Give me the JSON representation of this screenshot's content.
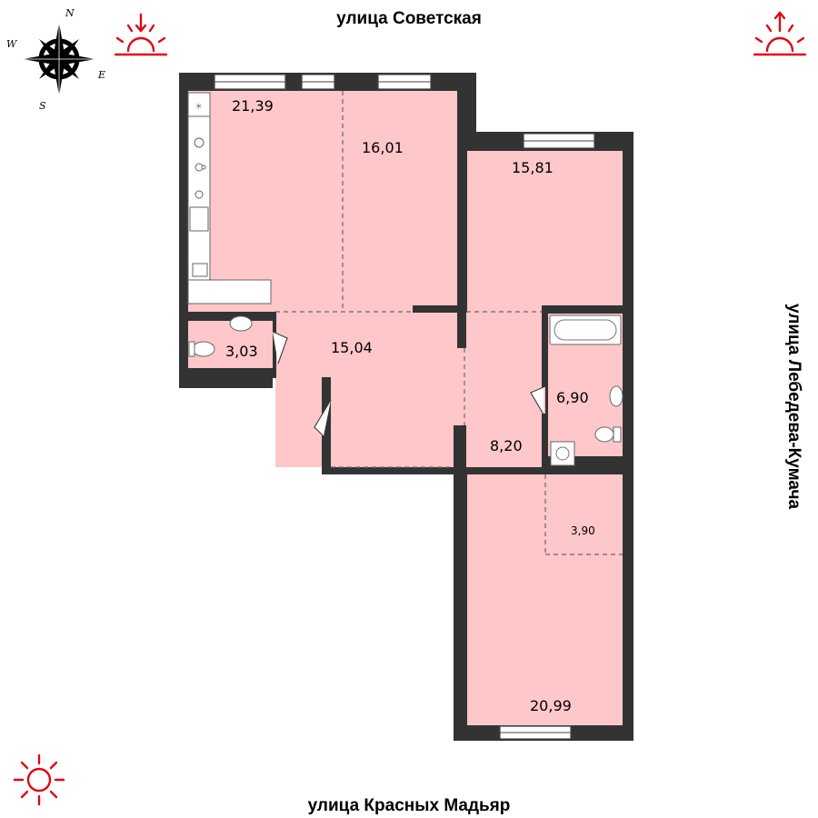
{
  "streets": {
    "top": "улица Советская",
    "bottom": "улица Красных Мадьяр",
    "right": "улица Лебедева-Кумача"
  },
  "compass": {
    "n": "N",
    "s": "S",
    "e": "E",
    "w": "W"
  },
  "rooms": {
    "kitchen": "21,39",
    "living": "16,01",
    "bedroom_top": "15,81",
    "wc": "3,03",
    "hall": "15,04",
    "bathroom": "6,90",
    "corridor": "8,20",
    "closet": "3,90",
    "bedroom_bottom": "20,99"
  },
  "colors": {
    "room_fill": "#fec7c9",
    "wall": "#333333",
    "sun_red": "#e30613"
  },
  "icons": [
    "compass-rose-icon",
    "sunrise-icon",
    "sunset-icon",
    "sun-icon"
  ]
}
